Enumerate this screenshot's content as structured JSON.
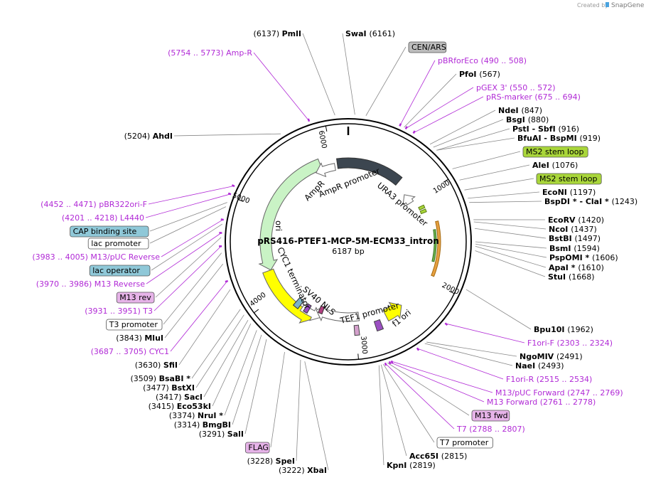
{
  "app": {
    "credit_prefix": "Created by",
    "credit_brand": "SnapGene"
  },
  "plasmid": {
    "name": "pRS416-PTEF1-MCP-5M-ECM33_intron",
    "size_label": "6187 bp"
  },
  "ticks": [
    "1000",
    "2000",
    "3000",
    "4000",
    "5000",
    "6000"
  ],
  "features_on_map": [
    "AmpR",
    "AmpR promoter",
    "URA3 promoter",
    "ori",
    "CYC1 terminator",
    "SV40 NLS",
    "TEF1 promoter",
    "f1 ori"
  ],
  "left_labels": [
    {
      "name": "PmlI",
      "pos": "(6137)",
      "kind": "site"
    },
    {
      "name": "Amp-R",
      "pos": "(5754 .. 5773)",
      "kind": "primer"
    },
    {
      "name": "AhdI",
      "pos": "(5204)",
      "kind": "site"
    },
    {
      "name": "pBR322ori-F",
      "pos": "(4452 .. 4471)",
      "kind": "primer"
    },
    {
      "name": "L4440",
      "pos": "(4201 .. 4218)",
      "kind": "primer"
    },
    {
      "name": "CAP binding site",
      "pos": "",
      "kind": "box-blue"
    },
    {
      "name": "lac promoter",
      "pos": "",
      "kind": "box-white"
    },
    {
      "name": "M13/pUC Reverse",
      "pos": "(3983 .. 4005)",
      "kind": "primer"
    },
    {
      "name": "lac operator",
      "pos": "",
      "kind": "box-blue"
    },
    {
      "name": "M13 Reverse",
      "pos": "(3970 .. 3986)",
      "kind": "primer"
    },
    {
      "name": "M13 rev",
      "pos": "",
      "kind": "box-pink"
    },
    {
      "name": "T3",
      "pos": "(3931 .. 3951)",
      "kind": "primer"
    },
    {
      "name": "T3 promoter",
      "pos": "",
      "kind": "box-white"
    },
    {
      "name": "MluI",
      "pos": "(3843)",
      "kind": "site"
    },
    {
      "name": "CYC1",
      "pos": "(3687 .. 3705)",
      "kind": "primer"
    },
    {
      "name": "SfiI",
      "pos": "(3630)",
      "kind": "site"
    },
    {
      "name": "BsaBI *",
      "pos": "(3509)",
      "kind": "site"
    },
    {
      "name": "BstXI",
      "pos": "(3477)",
      "kind": "site"
    },
    {
      "name": "SacI",
      "pos": "(3417)",
      "kind": "site"
    },
    {
      "name": "Eco53kI",
      "pos": "(3415)",
      "kind": "site"
    },
    {
      "name": "NruI *",
      "pos": "(3374)",
      "kind": "site"
    },
    {
      "name": "BmgBI",
      "pos": "(3314)",
      "kind": "site"
    },
    {
      "name": "SalI",
      "pos": "(3291)",
      "kind": "site"
    },
    {
      "name": "FLAG",
      "pos": "",
      "kind": "box-pink"
    },
    {
      "name": "SpeI",
      "pos": "(3228)",
      "kind": "site"
    },
    {
      "name": "XbaI",
      "pos": "(3222)",
      "kind": "site"
    }
  ],
  "right_labels": [
    {
      "name": "SwaI",
      "pos": "(6161)",
      "kind": "site"
    },
    {
      "name": "CEN/ARS",
      "pos": "",
      "kind": "box-gray"
    },
    {
      "name": "pBRforEco",
      "pos": "(490 .. 508)",
      "kind": "primer"
    },
    {
      "name": "PfoI",
      "pos": "(567)",
      "kind": "site"
    },
    {
      "name": "pGEX 3'",
      "pos": "(550 .. 572)",
      "kind": "primer"
    },
    {
      "name": "pRS-marker",
      "pos": "(675 .. 694)",
      "kind": "primer"
    },
    {
      "name": "NdeI",
      "pos": "(847)",
      "kind": "site"
    },
    {
      "name": "BsgI",
      "pos": "(880)",
      "kind": "site"
    },
    {
      "name": "PstI - SbfI",
      "pos": "(916)",
      "kind": "site"
    },
    {
      "name": "BfuAI - BspMI",
      "pos": "(919)",
      "kind": "site"
    },
    {
      "name": "MS2 stem loop",
      "pos": "",
      "kind": "box-green"
    },
    {
      "name": "AleI",
      "pos": "(1076)",
      "kind": "site"
    },
    {
      "name": "MS2 stem loop",
      "pos": "",
      "kind": "box-green"
    },
    {
      "name": "EcoNI",
      "pos": "(1197)",
      "kind": "site"
    },
    {
      "name": "BspDI * - ClaI *",
      "pos": "(1243)",
      "kind": "site"
    },
    {
      "name": "EcoRV",
      "pos": "(1420)",
      "kind": "site"
    },
    {
      "name": "NcoI",
      "pos": "(1437)",
      "kind": "site"
    },
    {
      "name": "BstBI",
      "pos": "(1497)",
      "kind": "site"
    },
    {
      "name": "BsmI",
      "pos": "(1594)",
      "kind": "site"
    },
    {
      "name": "PspOMI *",
      "pos": "(1606)",
      "kind": "site"
    },
    {
      "name": "ApaI *",
      "pos": "(1610)",
      "kind": "site"
    },
    {
      "name": "StuI",
      "pos": "(1668)",
      "kind": "site"
    },
    {
      "name": "Bpu10I",
      "pos": "(1962)",
      "kind": "site"
    },
    {
      "name": "F1ori-F",
      "pos": "(2303 .. 2324)",
      "kind": "primer"
    },
    {
      "name": "NgoMIV",
      "pos": "(2491)",
      "kind": "site"
    },
    {
      "name": "NaeI",
      "pos": "(2493)",
      "kind": "site"
    },
    {
      "name": "F1ori-R",
      "pos": "(2515 .. 2534)",
      "kind": "primer"
    },
    {
      "name": "M13/pUC Forward",
      "pos": "(2747 .. 2769)",
      "kind": "primer"
    },
    {
      "name": "M13 Forward",
      "pos": "(2761 .. 2778)",
      "kind": "primer"
    },
    {
      "name": "M13 fwd",
      "pos": "",
      "kind": "box-pink"
    },
    {
      "name": "T7",
      "pos": "(2788 .. 2807)",
      "kind": "primer"
    },
    {
      "name": "T7 promoter",
      "pos": "",
      "kind": "box-white"
    },
    {
      "name": "Acc65I",
      "pos": "(2815)",
      "kind": "site"
    },
    {
      "name": "KpnI",
      "pos": "(2819)",
      "kind": "site"
    }
  ],
  "colors": {
    "primer": "#b12ad6",
    "blue_box": "#8fc8d8",
    "green_box": "#a9d63a",
    "pink_box": "#e6b3e8",
    "gray_box": "#bdbdbd",
    "ori_yellow": "#ffff00",
    "ampr_green": "#c9f3c5",
    "cen_dark": "#3c4650",
    "f1_orange": "#e6a040"
  }
}
